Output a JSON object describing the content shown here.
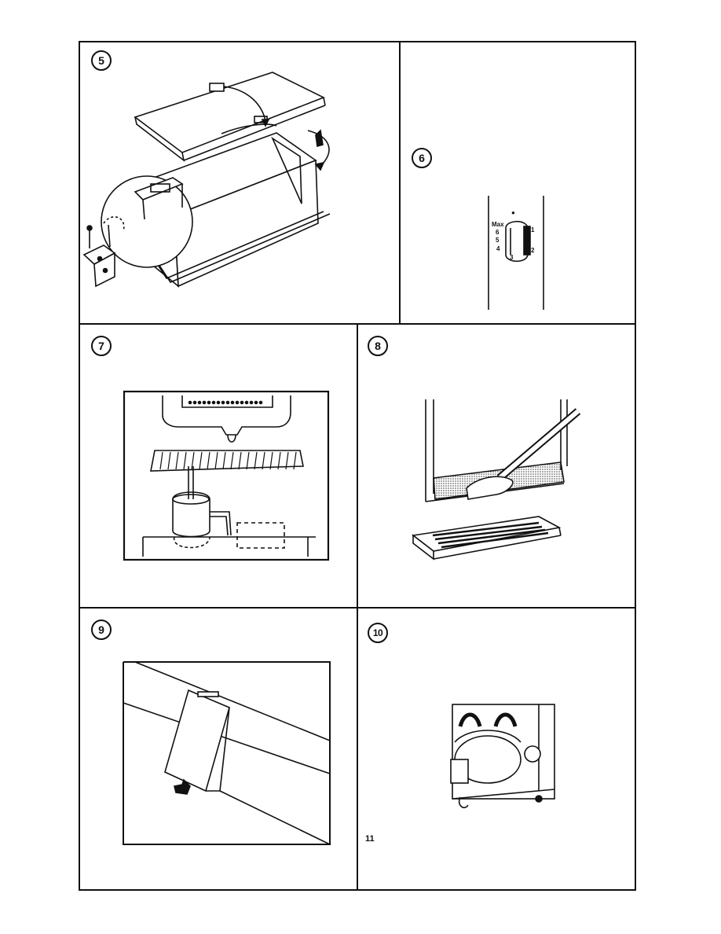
{
  "panels": [
    {
      "number": "5"
    },
    {
      "number": "6"
    },
    {
      "number": "7"
    },
    {
      "number": "8"
    },
    {
      "number": "9"
    },
    {
      "number": "10"
    }
  ],
  "thermostat": {
    "off_symbol": "●",
    "max_label": "Max",
    "settings": [
      "6",
      "5",
      "4",
      "3",
      "2",
      "1"
    ]
  },
  "page": {
    "number": "11"
  }
}
